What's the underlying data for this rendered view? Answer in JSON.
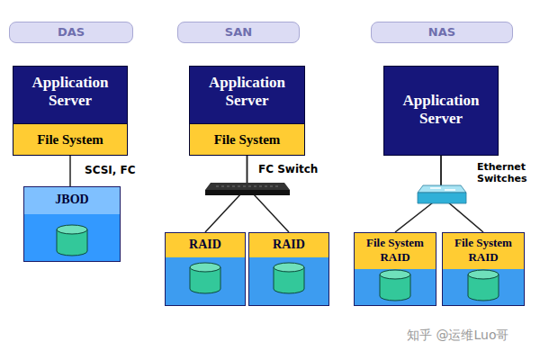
{
  "diagram": {
    "nodes": [
      {
        "text": [
          "DAS"
        ]
      },
      {
        "text": [
          "SAN"
        ]
      },
      {
        "text": [
          "NAS"
        ]
      },
      {
        "text": [
          "Application Server"
        ]
      },
      {
        "text": [
          "File System"
        ],
        "in": 3
      },
      {
        "text": [
          "JBOD"
        ]
      },
      {
        "text": [
          "Application Server"
        ]
      },
      {
        "text": [
          "File System"
        ],
        "in": 6
      },
      {
        "text": [
          "RAID"
        ]
      },
      {
        "text": [
          "RAID"
        ]
      },
      {
        "text": [
          "Application Server"
        ]
      },
      {
        "text": [
          "File System RAID"
        ]
      },
      {
        "text": [
          "File System RAID"
        ]
      }
    ],
    "edges": [
      {
        "from": 3,
        "to": 5,
        "arrow": "none",
        "label": "SCSI, FC"
      },
      {
        "from": 6,
        "to": 8,
        "arrow": "none"
      },
      {
        "from": 6,
        "to": 9,
        "arrow": "none"
      },
      {
        "from": 10,
        "to": 11,
        "arrow": "none"
      },
      {
        "from": 10,
        "to": 12,
        "arrow": "none"
      }
    ],
    "labels": [
      "FC Switch",
      "Ethernet Switches",
      "知乎 @运维Luo哥"
    ]
  }
}
